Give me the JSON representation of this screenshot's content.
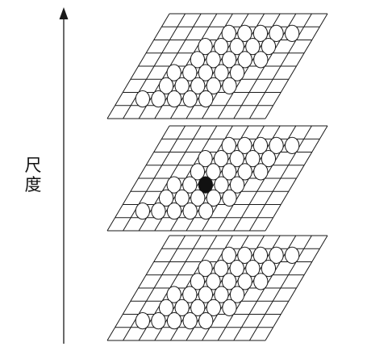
{
  "axis": {
    "label_chars": [
      "尺",
      "度"
    ]
  },
  "colors": {
    "line": "#1a1a1a",
    "background": "#ffffff",
    "highlight": "#111111"
  },
  "layers": [
    {
      "id": "top",
      "highlight": false
    },
    {
      "id": "middle",
      "highlight": true
    },
    {
      "id": "bottom",
      "highlight": false
    }
  ]
}
